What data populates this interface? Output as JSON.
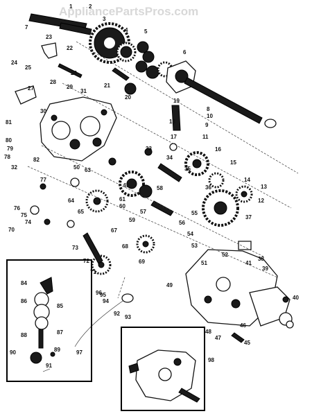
{
  "watermark": "AppliancePartsPros.com",
  "callouts": [
    "1",
    "2",
    "3",
    "4",
    "5",
    "6",
    "7",
    "8",
    "9",
    "10",
    "11",
    "12",
    "13",
    "14",
    "15",
    "16",
    "17",
    "18",
    "19",
    "20",
    "21",
    "22",
    "23",
    "24",
    "25",
    "26",
    "27",
    "28",
    "29",
    "30",
    "31",
    "32",
    "33",
    "34",
    "35",
    "36",
    "37",
    "38",
    "39",
    "40",
    "41",
    "45",
    "46",
    "47",
    "48",
    "49",
    "50",
    "51",
    "52",
    "53",
    "54",
    "55",
    "56",
    "57",
    "58",
    "59",
    "60",
    "61",
    "62",
    "63",
    "64",
    "65",
    "67",
    "68",
    "69",
    "70",
    "71",
    "72",
    "73",
    "74",
    "75",
    "76",
    "77",
    "78",
    "79",
    "80",
    "81",
    "82",
    "84",
    "85",
    "86",
    "87",
    "88",
    "89",
    "90",
    "91",
    "92",
    "93",
    "94",
    "95",
    "96",
    "97",
    "98"
  ]
}
